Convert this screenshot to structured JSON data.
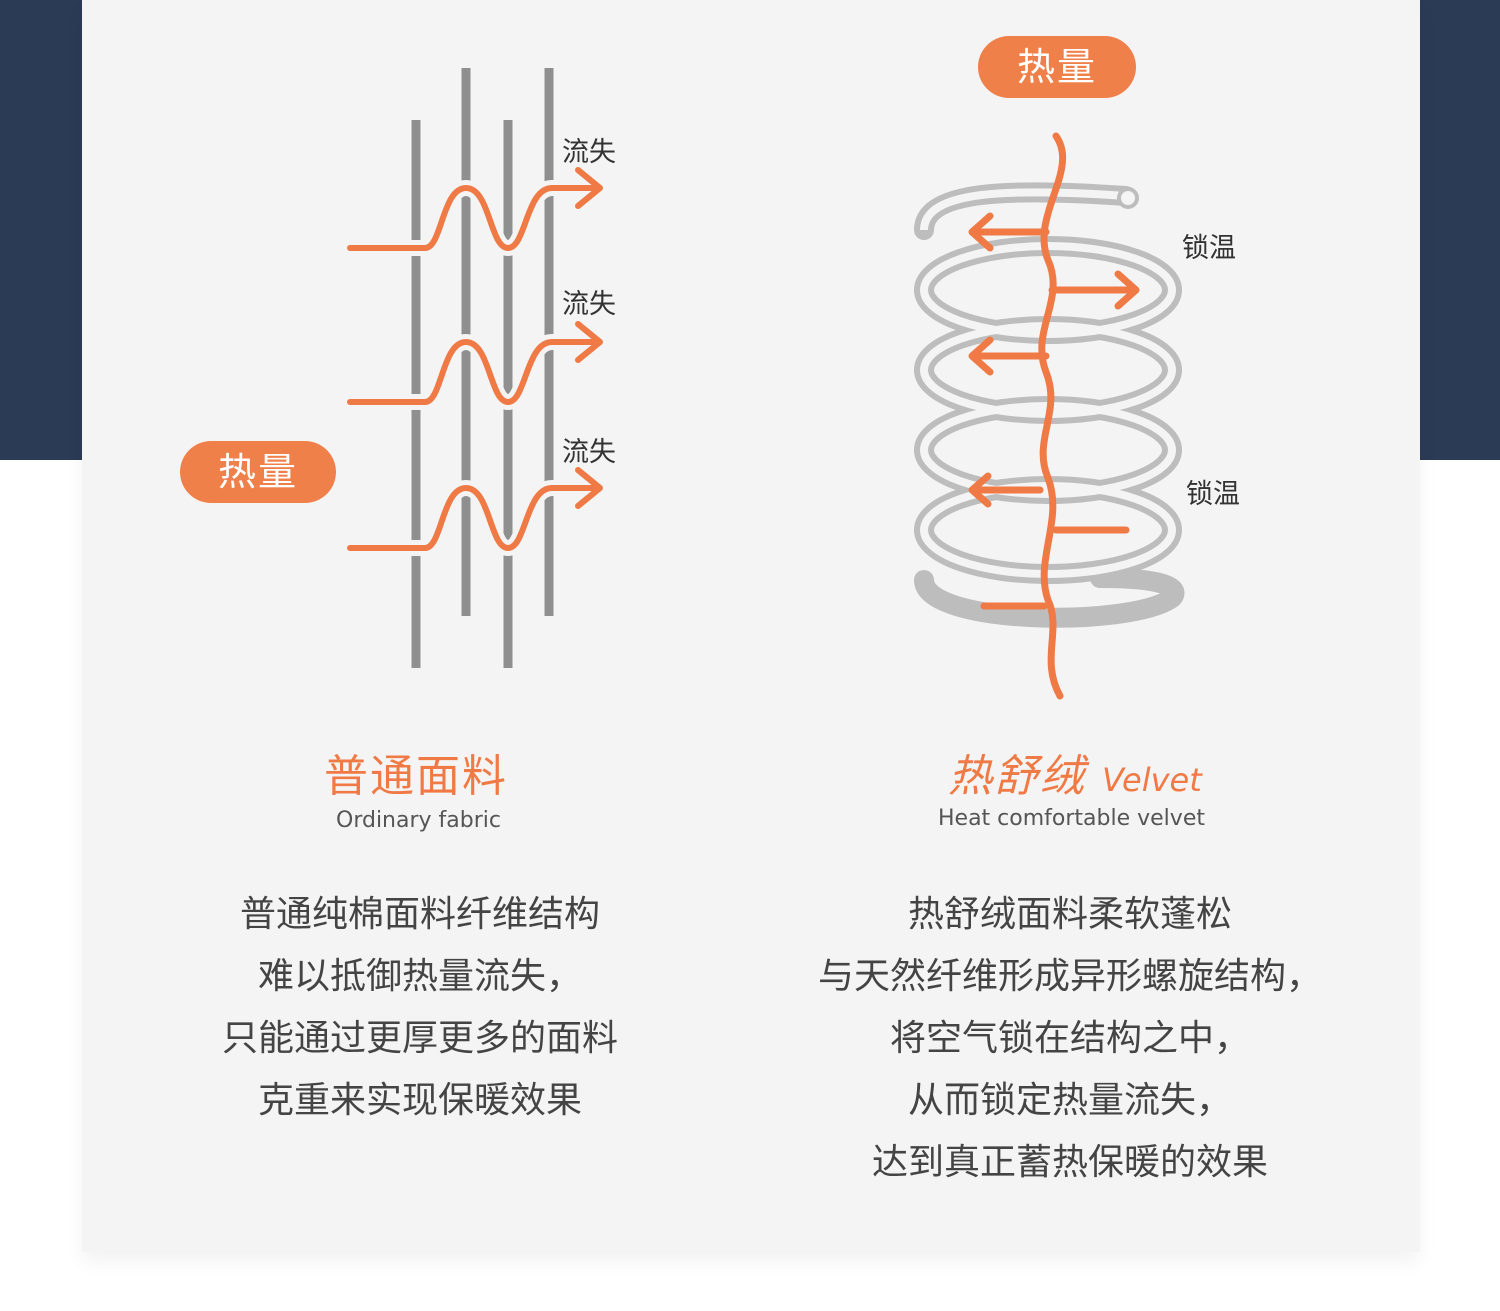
{
  "colors": {
    "accent": "#ef7a45",
    "navy": "#2b3a55",
    "card": "#f5f4f4",
    "fiber": "#8f8f8f",
    "coil": "#bdbdbd"
  },
  "left": {
    "pill": "热量",
    "loss_labels": [
      "流失",
      "流失",
      "流失"
    ],
    "title": "普通面料",
    "subtitle": "Ordinary fabric",
    "lines": [
      "普通纯棉面料纤维结构",
      "难以抵御热量流失，",
      "只能通过更厚更多的面料",
      "克重来实现保暖效果"
    ]
  },
  "right": {
    "pill": "热量",
    "lock_labels": [
      "锁温",
      "锁温"
    ],
    "title": "热舒绒",
    "title_en": "Velvet",
    "subtitle": "Heat comfortable velvet",
    "lines": [
      "热舒绒面料柔软蓬松",
      "与天然纤维形成异形螺旋结构，",
      "将空气锁在结构之中，",
      "从而锁定热量流失，",
      "达到真正蓄热保暖的效果"
    ]
  }
}
